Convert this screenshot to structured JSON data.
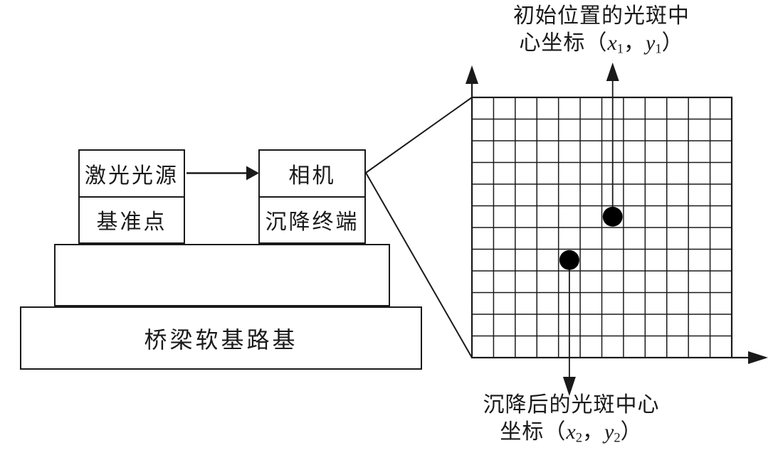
{
  "diagram": {
    "title_semantic": "laser-spot settlement monitoring schematic",
    "left": {
      "source_box": {
        "top_label": "激光光源",
        "bottom_label": "基准点"
      },
      "camera_box": {
        "top_label": "相机",
        "bottom_label": "沉降终端"
      },
      "base_label": "桥梁软基路基"
    },
    "sensor": {
      "grid": {
        "rows": 12,
        "cols": 12
      },
      "spots": {
        "initial": {
          "col": 6.5,
          "row": 5.5
        },
        "settled": {
          "col": 4.5,
          "row": 7.5
        }
      }
    },
    "labels": {
      "initial": {
        "line1": "初始位置的光斑中",
        "line2_prefix": "心坐标（",
        "var1": "x",
        "sub1": "1",
        "sep": "，",
        "var2": "y",
        "sub2": "1",
        "suffix": "）"
      },
      "settled": {
        "line1": "沉降后的光斑中心",
        "line2_prefix": "坐标（",
        "var1": "x",
        "sub1": "2",
        "sep": "，",
        "var2": "y",
        "sub2": "2",
        "suffix": "）"
      }
    },
    "colors": {
      "line": "#1a1a1a",
      "spot": "#000000",
      "background": "#ffffff"
    }
  }
}
